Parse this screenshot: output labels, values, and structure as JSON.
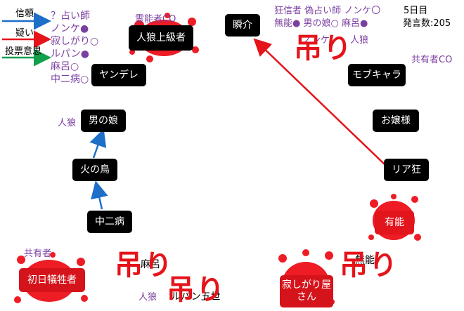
{
  "legend": {
    "trust": "信頼",
    "doubt": "疑い",
    "vote_intent": "投票意思",
    "colors": {
      "trust": "#1e6fc7",
      "doubt": "#e5131a",
      "vote": "#12a04a"
    },
    "roles": [
      "？占い師",
      "ノンケ●",
      "寂しがり○",
      "ルパン●",
      "麻呂○",
      "中二病○"
    ]
  },
  "status": {
    "day": "5日目",
    "post_count": "発言数:205"
  },
  "top_info": {
    "line1": "狂信者 偽占い師 ノンケ〇",
    "line2": "無能● 男の娘○ 麻呂●"
  },
  "hang_label": "吊り",
  "players": {
    "werewolf_senior": "人狼上級者",
    "shunsuke": "瞬介",
    "yandere": "ヤンデレ",
    "mob_chara": "モブキャラ",
    "otokonoko": "男の娘",
    "ojousama": "お嬢様",
    "hinotori": "火の鳥",
    "riakyou": "リア狂",
    "chuunibyou": "中二病",
    "yuunou": "有能",
    "shonichi": "初日犠牲者",
    "sabishigari": "寂しがり屋さん",
    "maro": "麻呂",
    "muno": "無能",
    "lupin_name": "ルパン五世"
  },
  "claims": {
    "medium_co": "霊能者CO",
    "jinrou_near_otokonoko": "人狼",
    "nonke_partial": "ノンケ",
    "jinrou_near_shunsuke": "人狼",
    "kyouyuu_co": "共有者CO",
    "kyouyuu_left": "共有者",
    "jinrou_bottom": "人狼"
  }
}
